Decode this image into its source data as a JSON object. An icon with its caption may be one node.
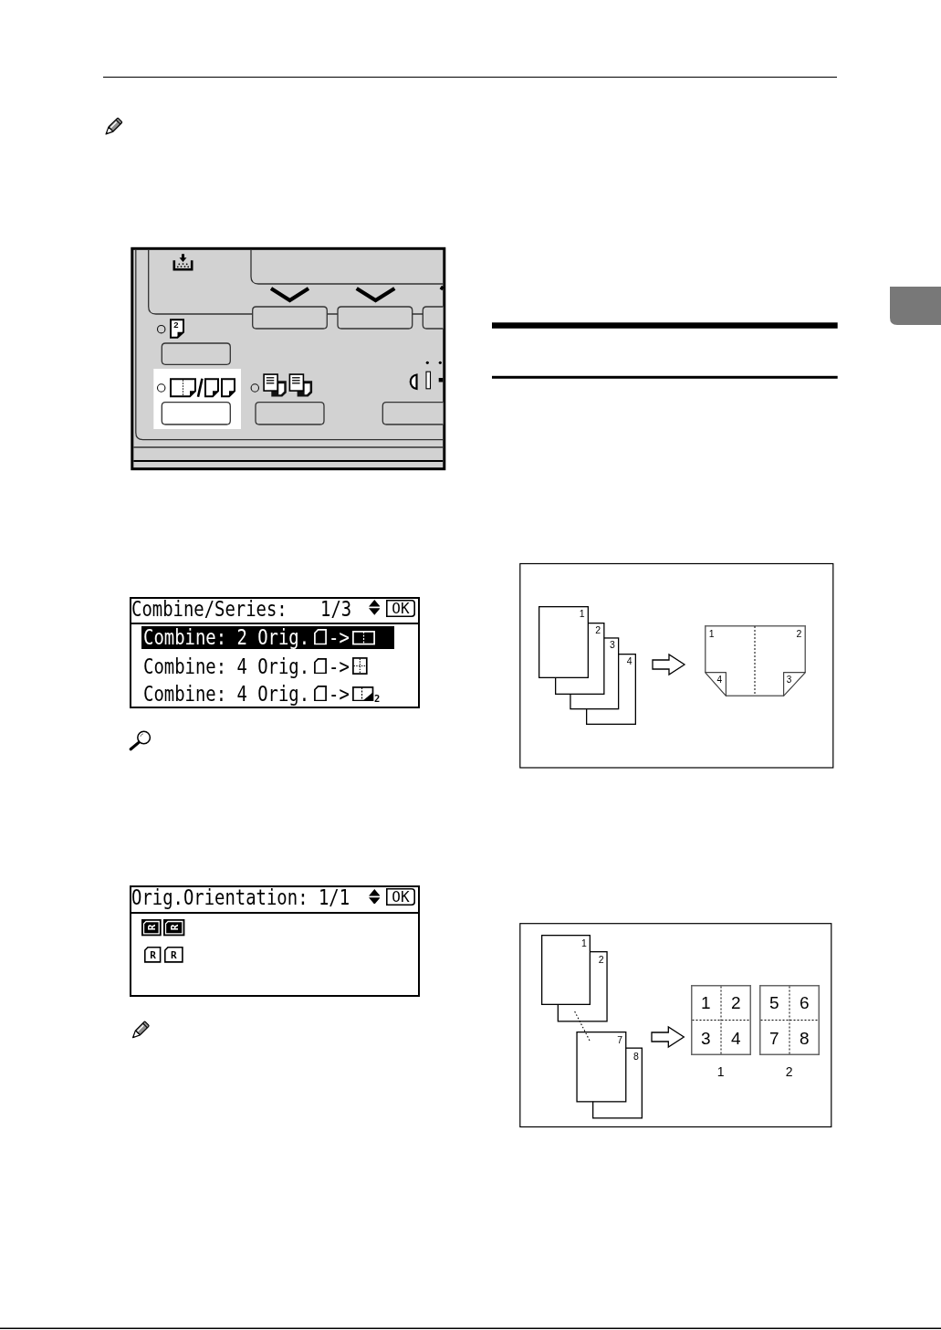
{
  "diagram": {
    "nodes": [
      {
        "text": [
          "Combine/Series:",
          "1/3",
          "Combine: 4 Orig.",
          "->",
          "Combine: 4 Orig.",
          "->",
          "2"
        ]
      },
      {
        "text": [
          "OK"
        ],
        "in": 0
      },
      {
        "text": [
          "Combine: 2 Orig.",
          "->"
        ],
        "in": 0
      },
      {
        "text": [
          "Orig.Orientation: 1/1"
        ]
      },
      {
        "text": [
          "OK"
        ],
        "in": 3
      },
      {
        "text": [
          "R"
        ],
        "in": 3
      },
      {
        "text": [
          "R"
        ],
        "in": 3
      },
      {
        "text": [
          "R"
        ],
        "in": 3
      },
      {
        "text": [
          "R"
        ],
        "in": 3
      },
      {
        "text": [
          "1",
          "2",
          "3",
          "4"
        ]
      },
      {
        "text": [
          "1",
          "2"
        ]
      },
      {
        "text": [
          "4"
        ],
        "in": 10
      },
      {
        "text": [
          "3"
        ],
        "in": 10
      },
      {
        "text": [
          "1",
          "2",
          "7",
          "8"
        ]
      },
      {
        "text": [
          "1",
          "2",
          "3",
          "4"
        ],
        "beside": [
          "1"
        ]
      },
      {
        "text": [
          "5",
          "6",
          "7",
          "8"
        ],
        "beside": [
          "2"
        ]
      }
    ],
    "edges": [
      {
        "from": 9,
        "to": 10,
        "arrow": "to"
      },
      {
        "from": 13,
        "to": 14,
        "arrow": "to"
      }
    ],
    "labels": [
      "2"
    ]
  }
}
